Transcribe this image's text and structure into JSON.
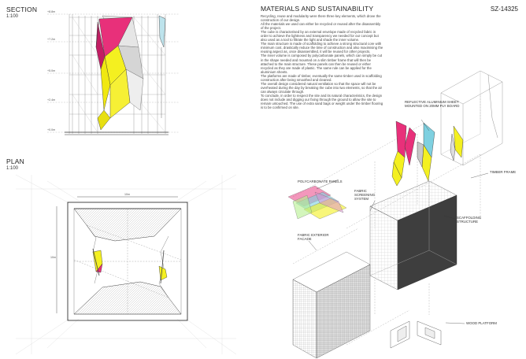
{
  "section": {
    "title": "SECTION",
    "scale": "1:100",
    "levels": [
      "+8.8m",
      "+7.2m",
      "+5.0m",
      "+2.4m",
      "+0.0m"
    ]
  },
  "plan": {
    "title": "PLAN",
    "scale": "1:100",
    "dim_w": "10m",
    "dim_h": "10m"
  },
  "materials": {
    "title": "MATERIALS AND SUSTAINABILITY",
    "code": "SZ-14325",
    "paragraphs": [
      "Recycling, reuse and modularity were there three key elements, which drove the construction of our design.",
      "All the materials we used can either be recycled or reused after the disassembly of the project.",
      "The cube is characterised by an external envelope made of recycled fabric in order to achieve the lightness and transparency we needed for our concept but also used as a tool to filtrate the light and shade the inner volume.",
      "The main structure is made of scaffolding to achieve a strong structural core with minimum cost, drastically reduce the time of construction and also maximising the reusing aspect as, once disassembled, it will be reused for other projects.",
      "The inner volume is composed by polycarbonate panels, which can simply be cut in the shape needed and mounted on a slim timber frame that will then be attached to the main structure. These panels can then be reused or either recycled as they are made of plastic. The same rule can be applied for the aluminium sheets.",
      "The platforms are made of timber, eventually the same timber used in scaffolding construction after being smoothed and cleaned.",
      "The overall design considered natural ventilation so that the space will not be overheated during the day by breaking the cube into two elements, so that the air can always circulate through.",
      "To conclude, in order to respect the site and its natural characteristics, the design does not include and digging our fixing through the ground to allow the site to remain untouched. The use of extra sand bags or weight under the timber flooring is to be confirmed on site."
    ]
  },
  "labels": {
    "reflective": "REFLECTIVE ALUMINIUM SHEET MOUNTED ON 20MM PLY BOARD",
    "polycarbonate": "POLYCARBONATE PANELS",
    "timber_frame": "TIMBER FRAME",
    "fabric_screening": "FABRIC SCREENING SYSTEM",
    "scaffolding": "SCAFFOLDING STRUCTURE",
    "fabric_facade": "FABRIC EXTERIOR FACADE",
    "wood_platform": "WOOD PLATFORM"
  },
  "colors": {
    "magenta": "#e8307a",
    "yellow": "#f4f020",
    "cyan": "#7ed0e0",
    "line": "#555555"
  }
}
